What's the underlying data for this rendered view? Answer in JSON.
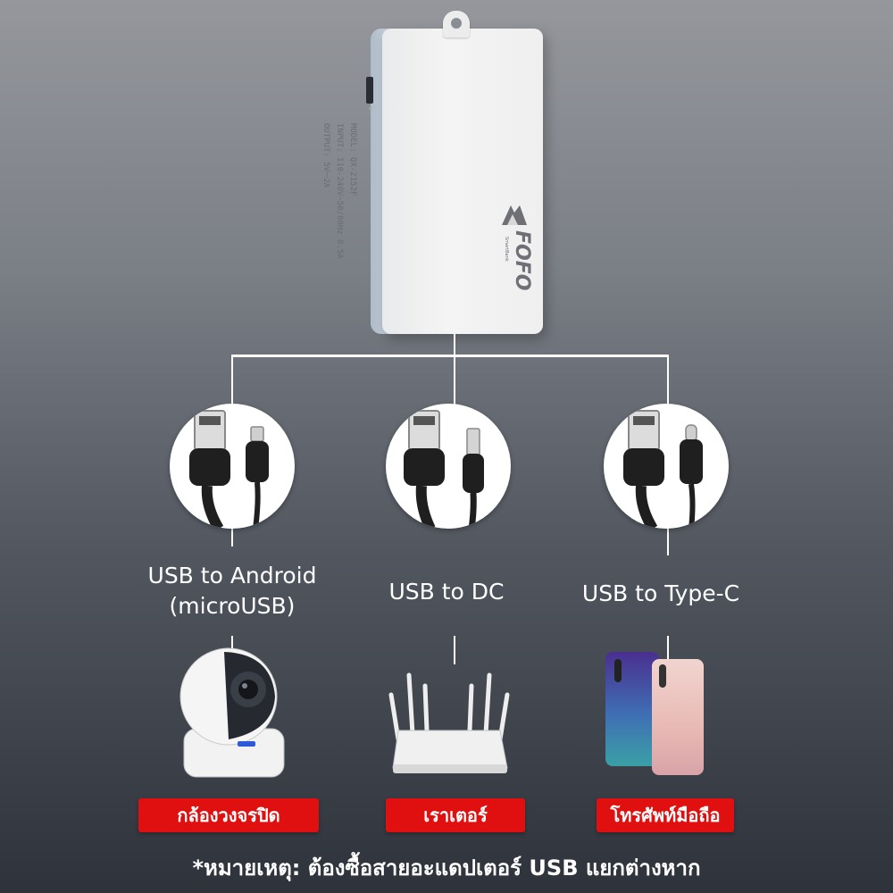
{
  "product": {
    "spec_lines": [
      "MODEL: QX-2152F",
      "INPUT: 110-240V~50/60Hz 0.5A",
      "OUTPUT: 5V⎓2A"
    ],
    "brand": "FOFO",
    "brand_tagline": "SmartBank"
  },
  "connectors": [
    {
      "icon": "usb-to-microusb-icon",
      "label_line1": "USB to Android",
      "label_line2": "(microUSB)",
      "device_icon": "security-camera-icon",
      "device_label": "กล้องวงจรปิด"
    },
    {
      "icon": "usb-to-dc-icon",
      "label_line1": "USB to DC",
      "label_line2": "",
      "device_icon": "router-icon",
      "device_label": "เราเตอร์"
    },
    {
      "icon": "usb-to-typec-icon",
      "label_line1": "USB to Type-C",
      "label_line2": "",
      "device_icon": "smartphones-icon",
      "device_label": "โทรศัพท์มือถือ"
    }
  ],
  "note": "*หมายเหตุ: ต้องซื้อสายอะแดปเตอร์ USB แยกต่างหาก",
  "colors": {
    "badge": "#e01010",
    "lines": "#ffffff"
  }
}
